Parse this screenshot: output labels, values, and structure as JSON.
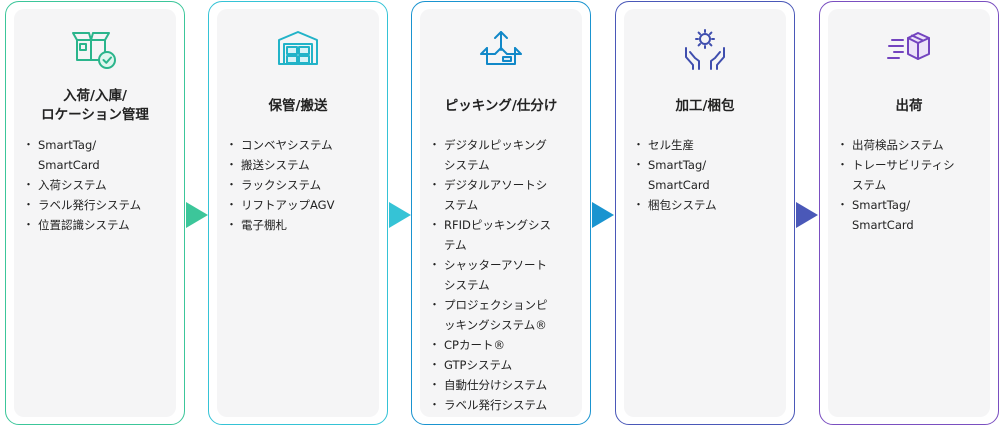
{
  "stages": [
    {
      "icon": "box-check-icon",
      "title": "入荷/入庫/\nロケーション管理",
      "items": [
        "SmartTag/\nSmartCard",
        "入荷システム",
        "ラベル発行システム",
        "位置認識システム"
      ],
      "color": "#3cc69a"
    },
    {
      "icon": "warehouse-icon",
      "title": "保管/搬送",
      "items": [
        "コンベヤシステム",
        "搬送システム",
        "ラックシステム",
        "リフトアップAGV",
        "電子棚札"
      ],
      "color": "#35c3d6"
    },
    {
      "icon": "open-box-arrow-icon",
      "title": "ピッキング/仕分け",
      "items": [
        "デジタルピッキング\nシステム",
        "デジタルアソートシ\nステム",
        "RFIDピッキングシス\nテム",
        "シャッターアソート\nシステム",
        "プロジェクションピ\nッキングシステム®",
        "CPカート®",
        "GTPシステム",
        "自動仕分けシステム",
        "ラベル発行システム"
      ],
      "color": "#1a94d0"
    },
    {
      "icon": "hands-gear-icon",
      "title": "加工/梱包",
      "items": [
        "セル生産",
        "SmartTag/\nSmartCard",
        "梱包システム"
      ],
      "color": "#4a58b8"
    },
    {
      "icon": "fast-box-icon",
      "title": "出荷",
      "items": [
        "出荷検品システム",
        "トレーサビリティシ\nステム",
        "SmartTag/\nSmartCard"
      ],
      "color": "#7a4fc0"
    }
  ]
}
